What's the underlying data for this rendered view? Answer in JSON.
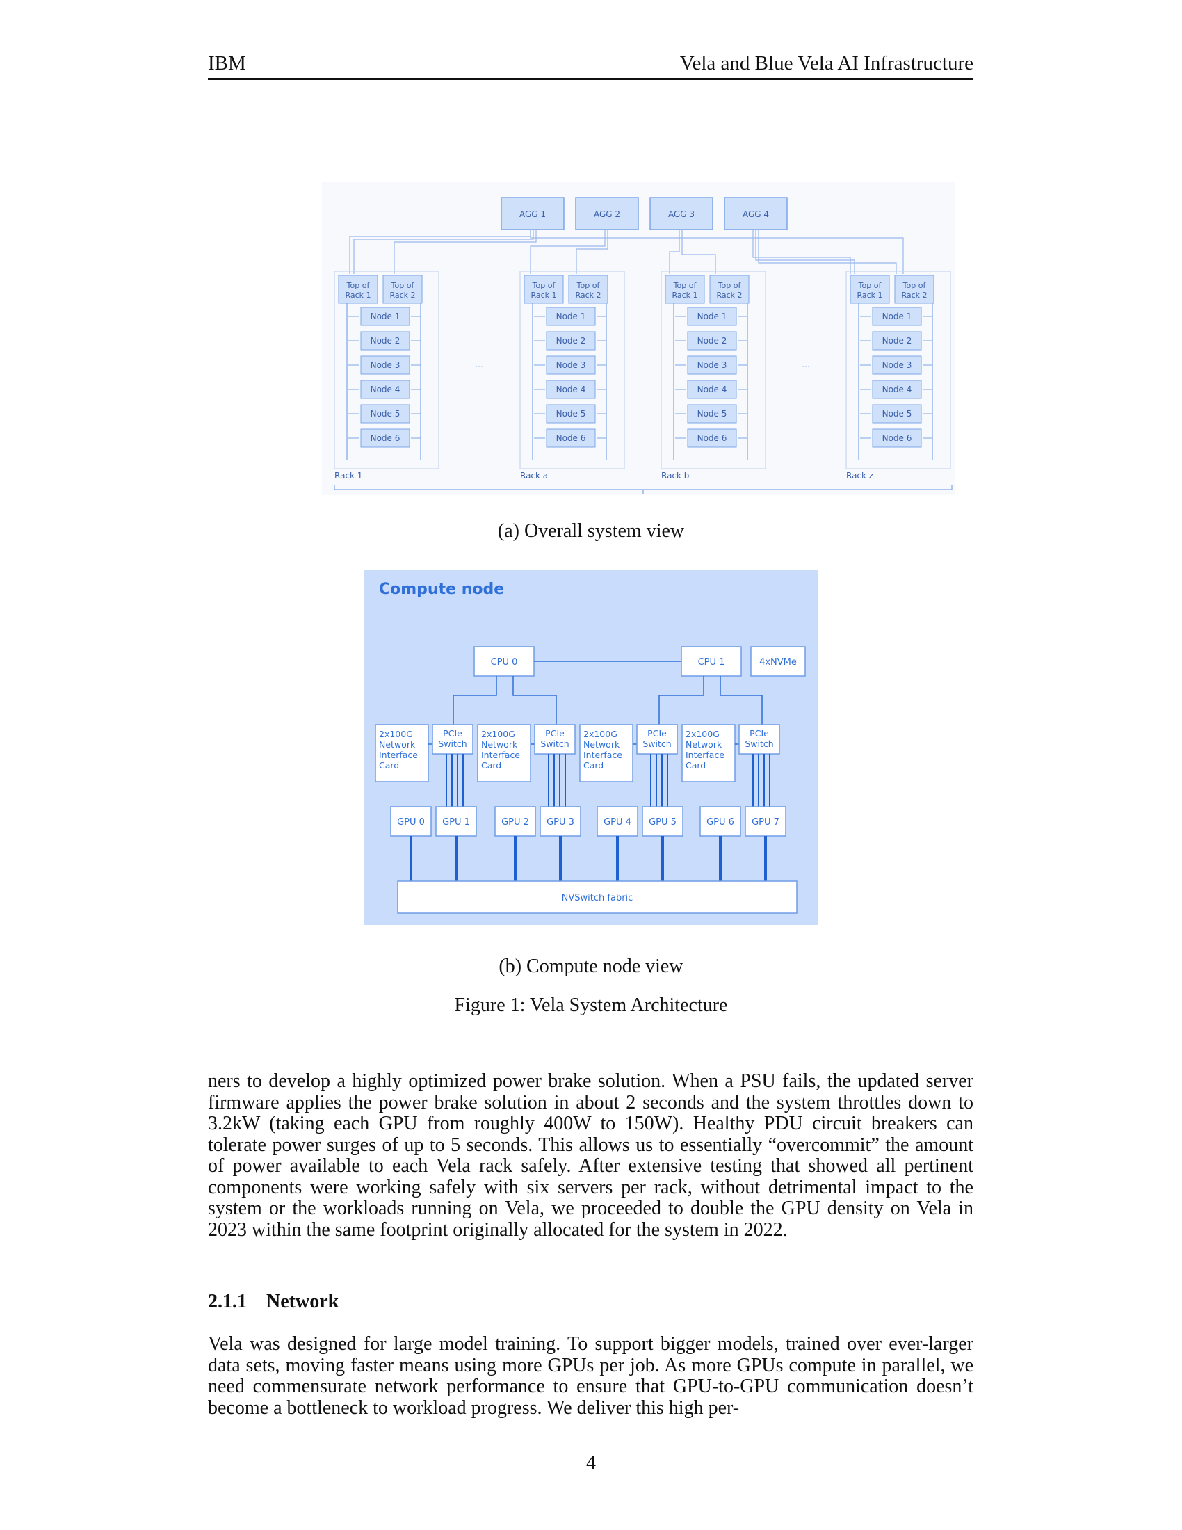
{
  "header": {
    "left": "IBM",
    "right": "Vela and Blue Vela AI Infrastructure"
  },
  "figure_a": {
    "agg": [
      "AGG 1",
      "AGG 2",
      "AGG 3",
      "AGG 4"
    ],
    "tor": [
      "Top of Rack 1",
      "Top of Rack 2"
    ],
    "nodes": [
      "Node 1",
      "Node 2",
      "Node 3",
      "Node 4",
      "Node 5",
      "Node 6"
    ],
    "racks": [
      "Rack 1",
      "Rack a",
      "Rack b",
      "Rack z"
    ],
    "ellipsis": "...",
    "caption": "(a) Overall system view"
  },
  "figure_b": {
    "title": "Compute node",
    "cpus": [
      "CPU 0",
      "CPU 1"
    ],
    "nvme": "4xNVMe",
    "nic": "2x100G Network Interface Card",
    "pcie": "PCIe Switch",
    "gpus": [
      "GPU 0",
      "GPU 1",
      "GPU 2",
      "GPU 3",
      "GPU 4",
      "GPU 5",
      "GPU 6",
      "GPU 7"
    ],
    "fabric": "NVSwitch fabric",
    "caption": "(b) Compute node view"
  },
  "figure_caption": "Figure 1: Vela System Architecture",
  "paragraph_1": "ners to develop a highly optimized power brake solution. When a PSU fails, the updated server firmware applies the power brake solution in about 2 seconds and the system throttles down to 3.2kW (taking each GPU from roughly 400W to 150W). Healthy PDU circuit breakers can tolerate power surges of up to 5 seconds. This allows us to essentially “overcommit” the amount of power available to each Vela rack safely. After extensive testing that showed all pertinent components were working safely with six servers per rack, without detrimental impact to the system or the workloads running on Vela, we proceeded to double the GPU density on Vela in 2023 within the same footprint originally allocated for the system in 2022.",
  "section": {
    "number": "2.1.1",
    "title": "Network"
  },
  "paragraph_2": "Vela was designed for large model training. To support bigger models, trained over ever-larger data sets, moving faster means using more GPUs per job. As more GPUs compute in parallel, we need commensurate network performance to ensure that GPU-to-GPU communication doesn’t become a bottleneck to workload progress. We deliver this high per-",
  "page_number": "4"
}
